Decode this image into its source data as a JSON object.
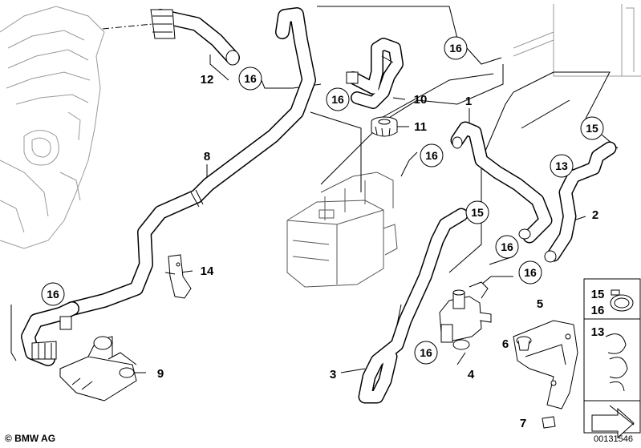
{
  "diagram": {
    "part_labels": {
      "p1": "1",
      "p2": "2",
      "p3": "3",
      "p4": "4",
      "p5": "5",
      "p6": "6",
      "p7": "7",
      "p8": "8",
      "p9": "9",
      "p10": "10",
      "p11": "11",
      "p12": "12",
      "p13": "13",
      "p14": "14"
    },
    "callouts": {
      "c16_a": "16",
      "c16_b": "16",
      "c16_c": "16",
      "c16_d": "16",
      "c16_e": "16",
      "c16_f": "16",
      "c16_g": "16",
      "c16_h": "16",
      "c15_a": "15",
      "c15_b": "15",
      "c13": "13"
    },
    "legend": {
      "clamp_15": "15",
      "clamp_16": "16",
      "clip_13": "13"
    }
  },
  "footer": {
    "brand": "© BMW AG",
    "doc_number": "00131546"
  }
}
